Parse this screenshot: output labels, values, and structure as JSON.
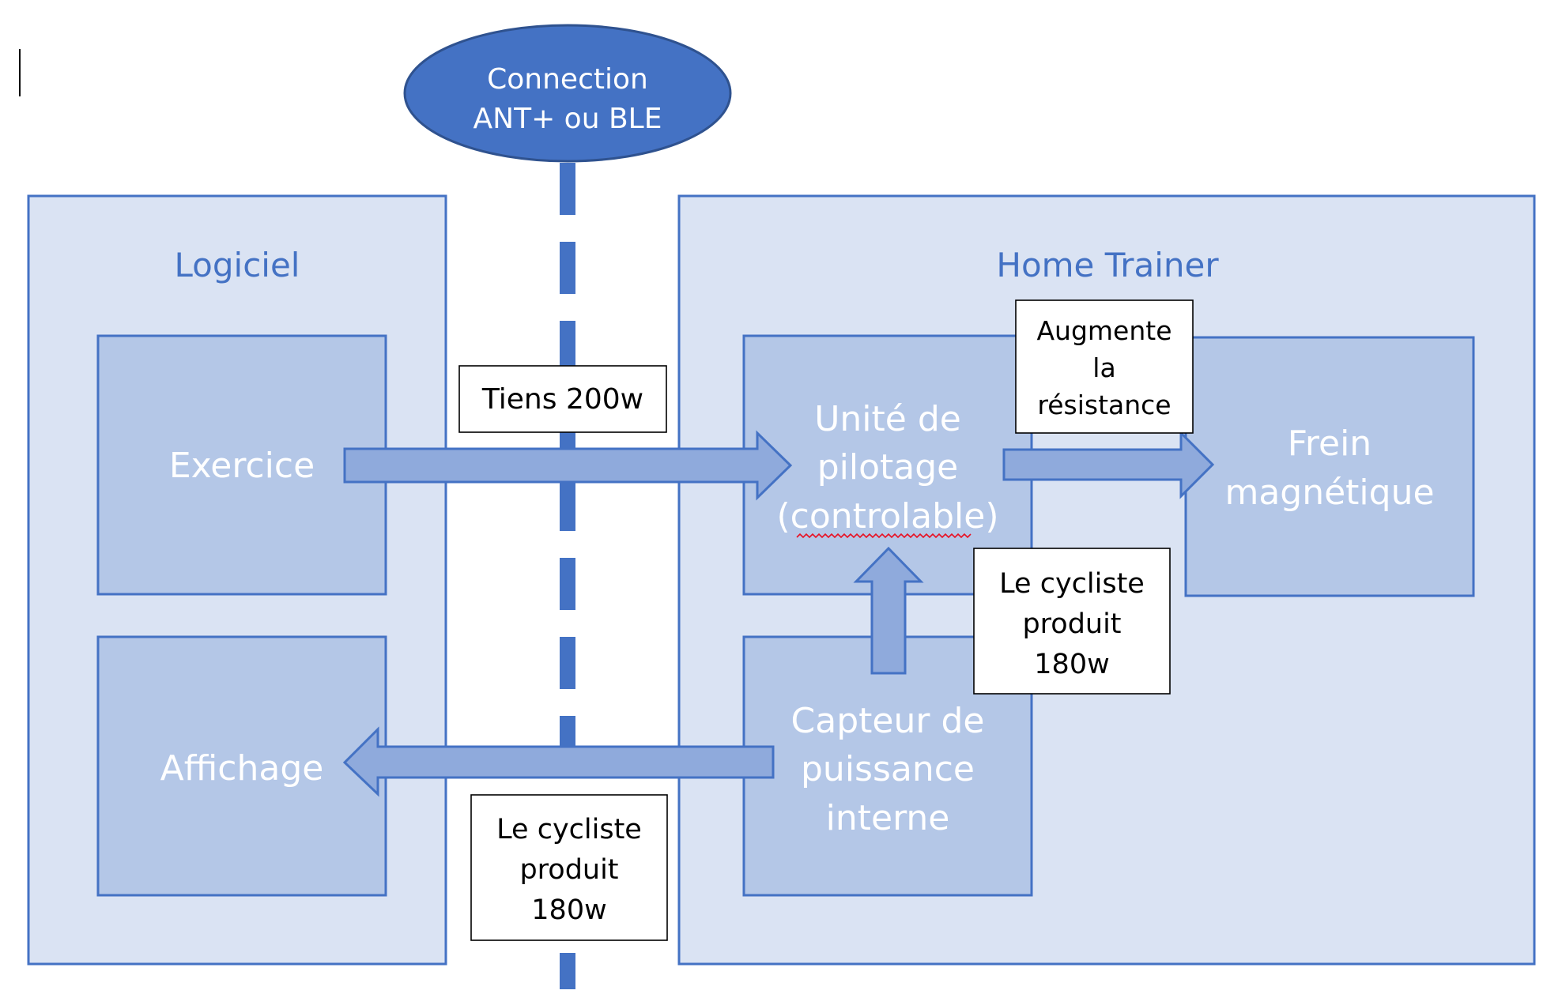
{
  "colors": {
    "outer_fill": "#dae3f3",
    "outer_stroke": "#4472c4",
    "inner_fill": "#b4c7e7",
    "arrow_fill": "#8faadc",
    "ellipse_fill": "#4472c4",
    "dash": "#4472c4",
    "title_text": "#4472c4",
    "inner_text": "#ffffff",
    "callout_text": "#000000",
    "spell_underline": "#e81123"
  },
  "connection": {
    "line1": "Connection",
    "line2": "ANT+ ou BLE"
  },
  "logiciel": {
    "title": "Logiciel",
    "exercice": "Exercice",
    "affichage": "Affichage"
  },
  "home_trainer": {
    "title": "Home Trainer",
    "unite": {
      "line1": "Unité de",
      "line2": "pilotage",
      "line3": "(controlable)"
    },
    "frein": {
      "line1": "Frein",
      "line2": "magnétique"
    },
    "capteur": {
      "line1": "Capteur de",
      "line2": "puissance",
      "line3": "interne"
    }
  },
  "callouts": {
    "tiens": "Tiens 200w",
    "augmente": {
      "line1": "Augmente",
      "line2": "la",
      "line3": "résistance"
    },
    "cycliste_right": {
      "line1": "Le cycliste",
      "line2": "produit",
      "line3": "180w"
    },
    "cycliste_bottom": {
      "line1": "Le cycliste",
      "line2": "produit",
      "line3": "180w"
    }
  },
  "icons": {
    "text_cursor": "text-cursor-icon",
    "arrows": [
      "arrow-right-icon",
      "arrow-right-icon",
      "arrow-up-icon",
      "arrow-left-icon"
    ]
  }
}
